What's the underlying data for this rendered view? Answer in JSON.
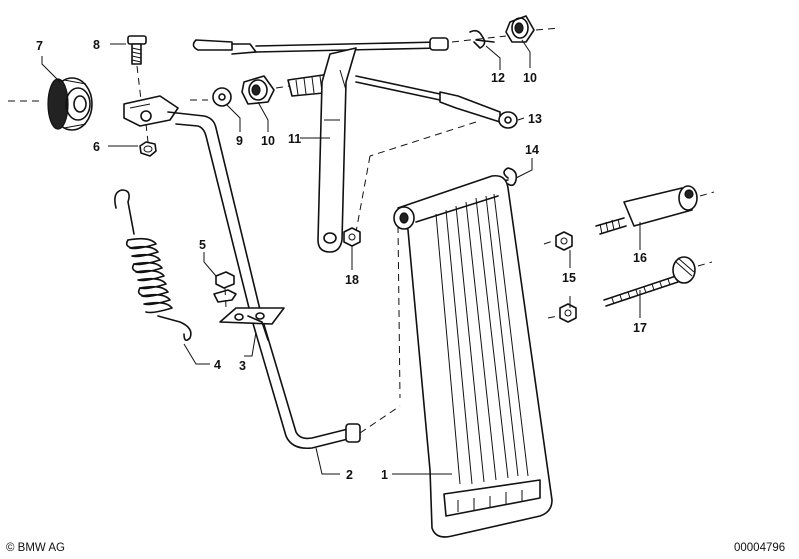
{
  "callouts": {
    "c1": "1",
    "c2": "2",
    "c3": "3",
    "c4": "4",
    "c5": "5",
    "c6": "6",
    "c7": "7",
    "c8": "8",
    "c9": "9",
    "c10a": "10",
    "c10b": "10",
    "c11": "11",
    "c12": "12",
    "c13": "13",
    "c14": "14",
    "c15": "15",
    "c16": "16",
    "c17": "17",
    "c18": "18"
  },
  "footer": {
    "copyright": "© BMW AG",
    "diagram_number": "00004796"
  }
}
